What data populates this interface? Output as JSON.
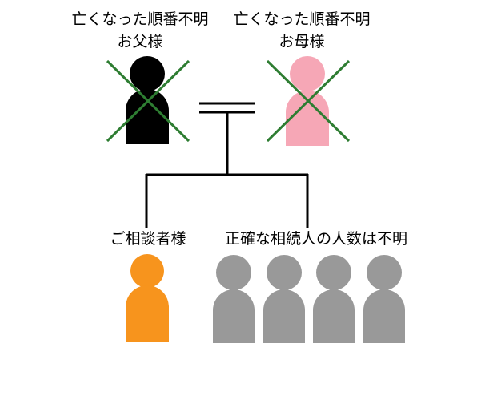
{
  "father": {
    "note": "亡くなった順番不明",
    "title": "お父様",
    "color": "#000000",
    "cross_color": "#2E7D32"
  },
  "mother": {
    "note": "亡くなった順番不明",
    "title": "お母様",
    "color": "#F6A7B6",
    "cross_color": "#2E7D32"
  },
  "client": {
    "title": "ご相談者様",
    "color": "#F7941D"
  },
  "siblings": {
    "title": "正確な相続人の人数は不明",
    "color": "#999999"
  },
  "icons": {
    "person": "person-icon",
    "cross": "cross-mark-icon",
    "marriage": "double-line-icon"
  }
}
